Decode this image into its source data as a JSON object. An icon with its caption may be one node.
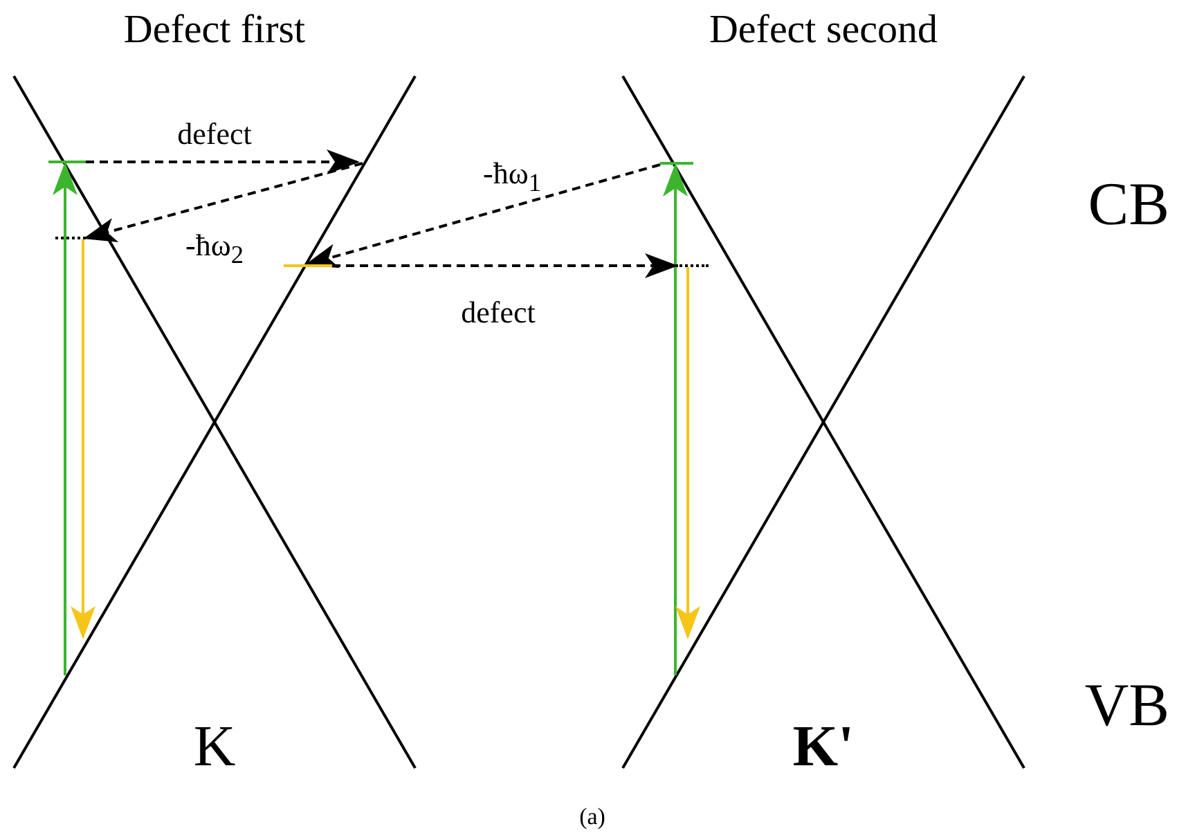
{
  "diagram": {
    "caption": "(a)",
    "nodes": [
      {
        "text": [],
        "shape": "bar"
      },
      {
        "text": [],
        "shape": "bar"
      },
      {
        "text": [],
        "shape": "bar"
      },
      {
        "text": [],
        "shape": "bar"
      },
      {
        "text": [],
        "shape": "bar"
      }
    ],
    "edges": [
      {
        "from": null,
        "to": 0,
        "arrow": "to",
        "color": "#3cb52e"
      },
      {
        "from": 0,
        "to": null,
        "arrow": "to",
        "label": "defect",
        "style": "dashed"
      },
      {
        "from": null,
        "to": 2,
        "arrow": "to",
        "label": "-ħω$_{2}$",
        "style": "dashed"
      },
      {
        "from": 2,
        "to": null,
        "arrow": "to",
        "color": "#f5c518"
      },
      {
        "from": null,
        "to": 1,
        "arrow": "to",
        "color": "#3cb52e"
      },
      {
        "from": 1,
        "to": 3,
        "arrow": "to",
        "label": "-ħω$_{1}$",
        "style": "dashed"
      },
      {
        "from": 3,
        "to": 4,
        "arrow": "to",
        "label": "defect",
        "style": "dashed"
      },
      {
        "from": 4,
        "to": null,
        "arrow": "to",
        "color": "#f5c518"
      }
    ],
    "labels": [
      "Defect first",
      "Defect second",
      "CB",
      "VB",
      "K",
      "K'"
    ]
  }
}
